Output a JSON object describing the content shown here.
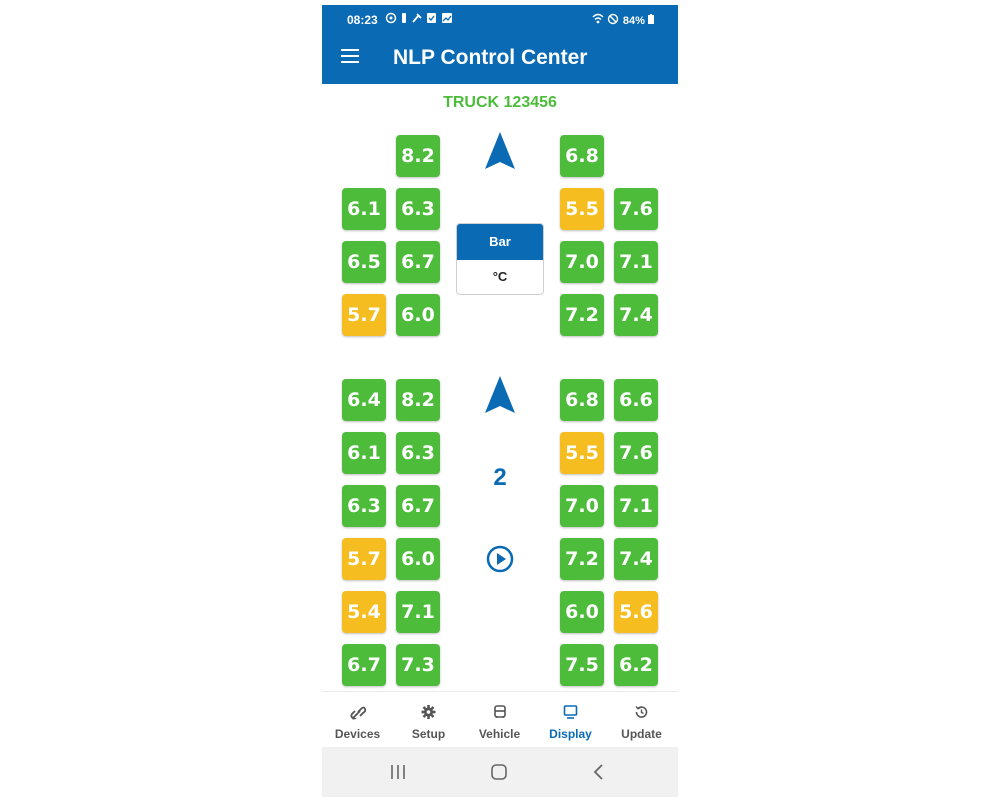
{
  "status": {
    "time": "08:23",
    "battery": "84%"
  },
  "app": {
    "title": "NLP Control Center"
  },
  "vehicle": {
    "name": "TRUCK 123456"
  },
  "unit_toggle": {
    "top": "Bar",
    "bottom": "°C"
  },
  "axle_count": "2",
  "colors": {
    "ok": "#4cbc3a",
    "warn": "#f5bd1f",
    "brand": "#0a6ab4"
  },
  "tires": [
    {
      "value": "8.2",
      "status": "ok"
    },
    {
      "value": "6.8",
      "status": "ok"
    },
    {
      "value": "6.1",
      "status": "ok"
    },
    {
      "value": "6.3",
      "status": "ok"
    },
    {
      "value": "5.5",
      "status": "warn"
    },
    {
      "value": "7.6",
      "status": "ok"
    },
    {
      "value": "6.5",
      "status": "ok"
    },
    {
      "value": "6.7",
      "status": "ok"
    },
    {
      "value": "7.0",
      "status": "ok"
    },
    {
      "value": "7.1",
      "status": "ok"
    },
    {
      "value": "5.7",
      "status": "warn"
    },
    {
      "value": "6.0",
      "status": "ok"
    },
    {
      "value": "7.2",
      "status": "ok"
    },
    {
      "value": "7.4",
      "status": "ok"
    },
    {
      "value": "6.4",
      "status": "ok"
    },
    {
      "value": "8.2",
      "status": "ok"
    },
    {
      "value": "6.8",
      "status": "ok"
    },
    {
      "value": "6.6",
      "status": "ok"
    },
    {
      "value": "6.1",
      "status": "ok"
    },
    {
      "value": "6.3",
      "status": "ok"
    },
    {
      "value": "5.5",
      "status": "warn"
    },
    {
      "value": "7.6",
      "status": "ok"
    },
    {
      "value": "6.3",
      "status": "ok"
    },
    {
      "value": "6.7",
      "status": "ok"
    },
    {
      "value": "7.0",
      "status": "ok"
    },
    {
      "value": "7.1",
      "status": "ok"
    },
    {
      "value": "5.7",
      "status": "warn"
    },
    {
      "value": "6.0",
      "status": "ok"
    },
    {
      "value": "7.2",
      "status": "ok"
    },
    {
      "value": "7.4",
      "status": "ok"
    },
    {
      "value": "5.4",
      "status": "warn"
    },
    {
      "value": "7.1",
      "status": "ok"
    },
    {
      "value": "6.0",
      "status": "ok"
    },
    {
      "value": "5.6",
      "status": "warn"
    },
    {
      "value": "6.7",
      "status": "ok"
    },
    {
      "value": "7.3",
      "status": "ok"
    },
    {
      "value": "7.5",
      "status": "ok"
    },
    {
      "value": "6.2",
      "status": "ok"
    }
  ],
  "nav": {
    "devices": "Devices",
    "setup": "Setup",
    "vehicle": "Vehicle",
    "display": "Display",
    "update": "Update",
    "active": "display"
  }
}
